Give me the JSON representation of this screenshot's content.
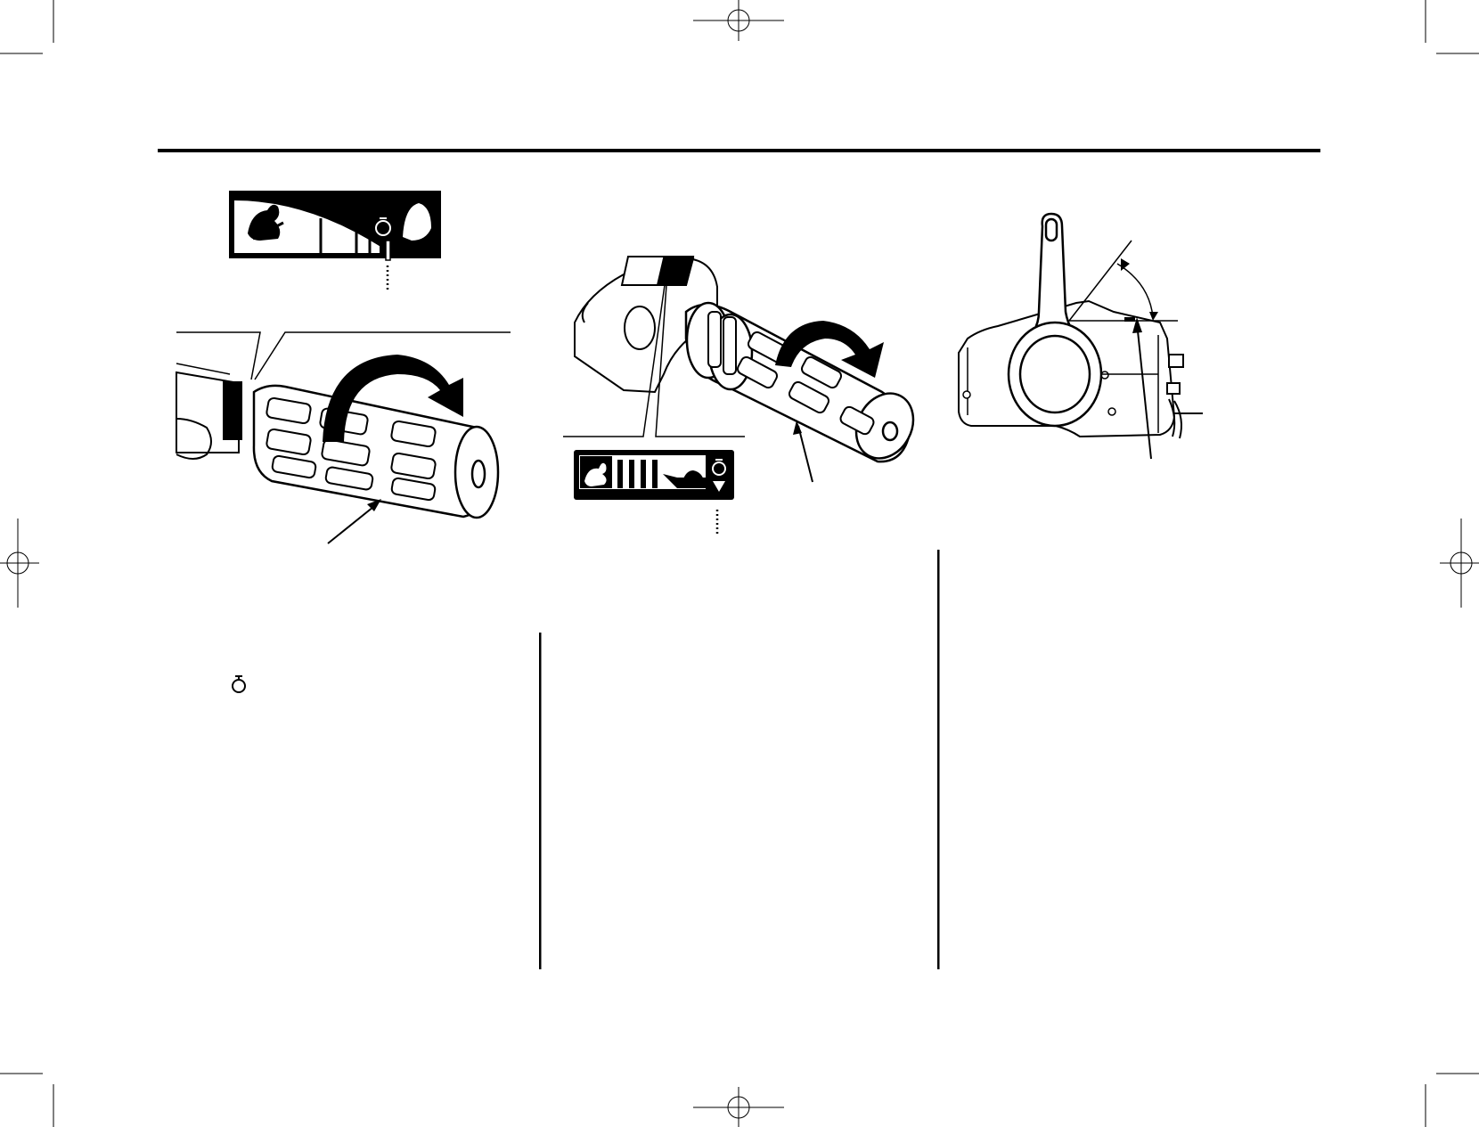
{
  "page": {
    "background": "#ffffff",
    "ink": "#000000"
  },
  "figures": [
    {
      "name": "tiller-grip-figure",
      "icons": [
        "rabbit-icon",
        "turtle-icon",
        "engine-start-icon",
        "rotation-arrow-icon"
      ]
    },
    {
      "name": "tiller-handle-figure",
      "icons": [
        "rabbit-icon",
        "turtle-icon",
        "engine-start-icon",
        "rotation-arrow-icon"
      ]
    },
    {
      "name": "remote-control-figure",
      "icons": [
        "angle-arc-icon"
      ]
    }
  ],
  "body_text": {
    "inline_icon": "engine-start-icon"
  }
}
